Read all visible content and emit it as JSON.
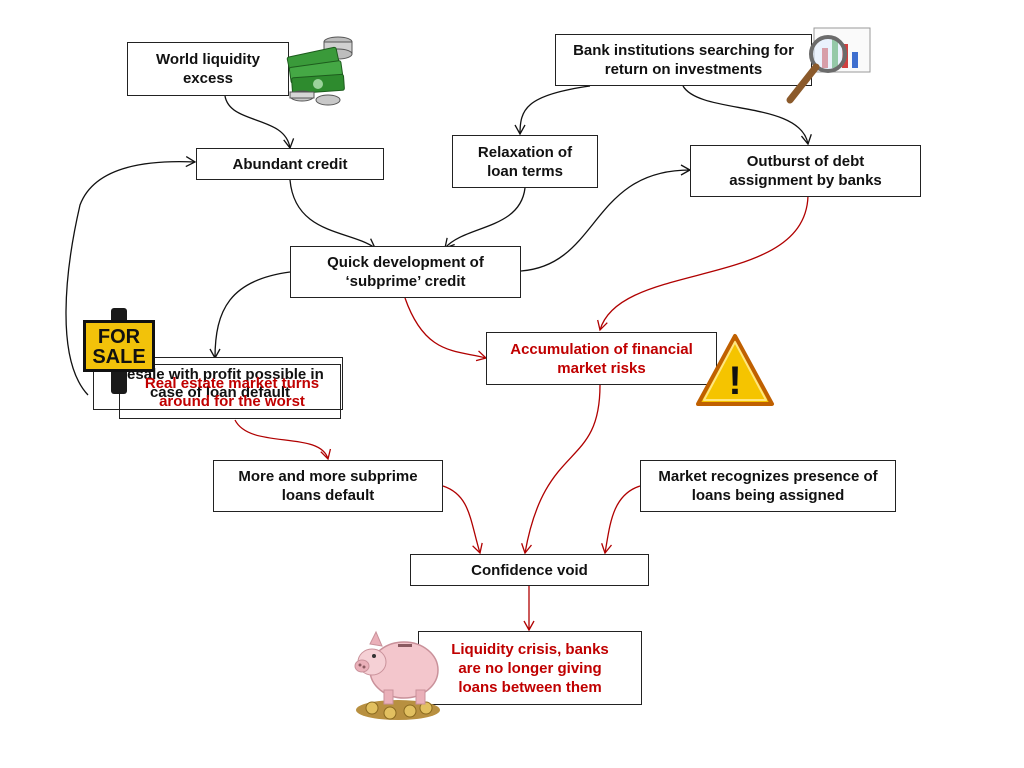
{
  "nodes": {
    "world_liquidity": "World liquidity excess",
    "bank_institutions": "Bank institutions searching for return on investments",
    "abundant_credit": "Abundant credit",
    "relaxation": "Relaxation of loan terms",
    "outburst": "Outburst of debt assignment by banks",
    "quick_development": "Quick development of ‘subprime’ credit",
    "accumulation": "Accumulation of financial market risks",
    "resale": "Resale with profit possible in case of loan default",
    "real_estate": "Real estate market turns around for the worst",
    "more_subprime": "More and more subprime loans default",
    "market_recognizes": "Market recognizes presence of loans being assigned",
    "confidence_void": "Confidence void",
    "liquidity_crisis": "Liquidity crisis, banks are no longer giving loans between them"
  },
  "sign": {
    "line1": "FOR",
    "line2": "SALE"
  },
  "warning": {
    "symbol": "!"
  },
  "colors": {
    "black_arrow": "#111111",
    "red_arrow": "#b00000",
    "red_text": "#c00000",
    "money_green": "#2e8b2e",
    "sign_yellow": "#f2c20a",
    "warning_yellow": "#f5c400",
    "piggy_pink": "#f3c6cc"
  },
  "icons": [
    "money-stack-icon",
    "magnifier-chart-icon",
    "for-sale-sign-icon",
    "warning-triangle-icon",
    "piggy-bank-icon"
  ]
}
